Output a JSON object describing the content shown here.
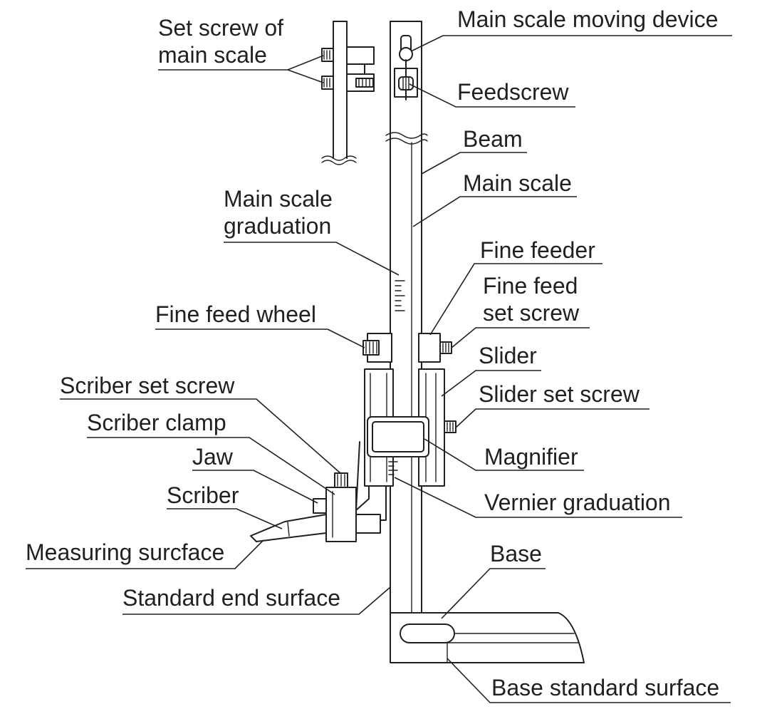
{
  "labels": {
    "set_screw_main_scale": [
      "Set screw of",
      "main scale"
    ],
    "main_scale_moving_device": "Main scale moving device",
    "feedscrew": "Feedscrew",
    "beam": "Beam",
    "main_scale": "Main scale",
    "main_scale_graduation": [
      "Main scale",
      "graduation"
    ],
    "fine_feeder": "Fine feeder",
    "fine_feed_set_screw": [
      "Fine feed",
      "set screw"
    ],
    "fine_feed_wheel": "Fine feed wheel",
    "slider": "Slider",
    "slider_set_screw": "Slider set screw",
    "scriber_set_screw": "Scriber set screw",
    "scriber_clamp": "Scriber clamp",
    "magnifier": "Magnifier",
    "jaw": "Jaw",
    "vernier_graduation": "Vernier graduation",
    "scriber": "Scriber",
    "measuring_surface": "Measuring surcface",
    "base": "Base",
    "standard_end_surface": "Standard end surface",
    "base_standard_surface": "Base standard surface"
  }
}
